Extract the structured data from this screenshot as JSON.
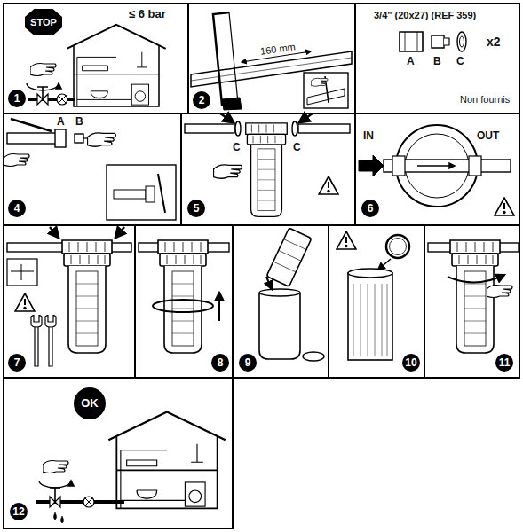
{
  "diagram": {
    "nodes": [
      {
        "text": [
          "STOP",
          "≤ 6 bar",
          "1"
        ]
      },
      {
        "text": [
          "160 mm",
          "2"
        ]
      },
      {
        "text": [
          "3/4\" (20x27) (REF 359)",
          "A",
          "B",
          "C",
          "x2",
          "Non fournis"
        ]
      },
      {
        "text": [
          "A",
          "B",
          "4"
        ]
      },
      {
        "text": [
          "C",
          "C",
          "5"
        ]
      },
      {
        "text": [
          "IN",
          "OUT",
          "6"
        ]
      },
      {
        "text": [
          "7"
        ]
      },
      {
        "text": [
          "8"
        ]
      },
      {
        "text": [
          "9"
        ]
      },
      {
        "text": [
          "10"
        ]
      },
      {
        "text": [
          "11"
        ]
      },
      {
        "text": [
          "OK",
          "12"
        ]
      }
    ]
  }
}
